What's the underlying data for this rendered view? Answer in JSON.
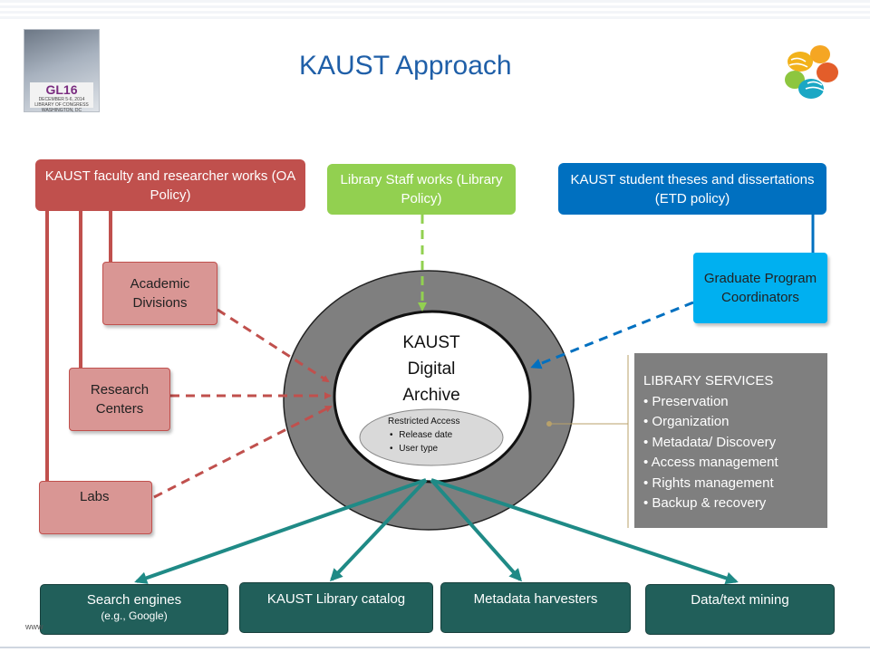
{
  "title": "KAUST Approach",
  "logo_left": {
    "text": "GL16",
    "caption": "DECEMBER 5-6, 2014 LIBRARY OF CONGRESS WASHINGTON, DC"
  },
  "sources": {
    "faculty": "KAUST faculty and researcher works (OA Policy)",
    "library_staff": "Library Staff works (Library Policy)",
    "students": "KAUST student theses and dissertations (ETD policy)"
  },
  "units": {
    "academic": "Academic Divisions",
    "research": "Research Centers",
    "labs": "Labs",
    "graduate": "Graduate Program Coordinators"
  },
  "archive": {
    "lines": [
      "KAUST",
      "Digital",
      "Archive"
    ],
    "restricted_title": "Restricted Access",
    "restricted_items": [
      "Release date",
      "User type"
    ]
  },
  "library_services": {
    "heading": "LIBRARY SERVICES",
    "items": [
      "Preservation",
      "Organization",
      "Metadata/ Discovery",
      "Access management",
      "Rights management",
      "Backup & recovery"
    ]
  },
  "outputs": {
    "search": "Search engines",
    "search_sub": "(e.g., Google)",
    "catalog": "KAUST Library catalog",
    "harvesters": "Metadata harvesters",
    "mining": "Data/text mining"
  },
  "footer_text": "www",
  "colors": {
    "title": "#1f5fa8",
    "faculty": "#c0504d",
    "unit_fill": "#d99694",
    "library_staff": "#92d050",
    "students": "#0070c0",
    "graduate": "#00b0f0",
    "ring": "#7f7f7f",
    "services": "#7f7f7f",
    "outputs": "#215f5a",
    "output_arrows": "#1f8a86"
  }
}
